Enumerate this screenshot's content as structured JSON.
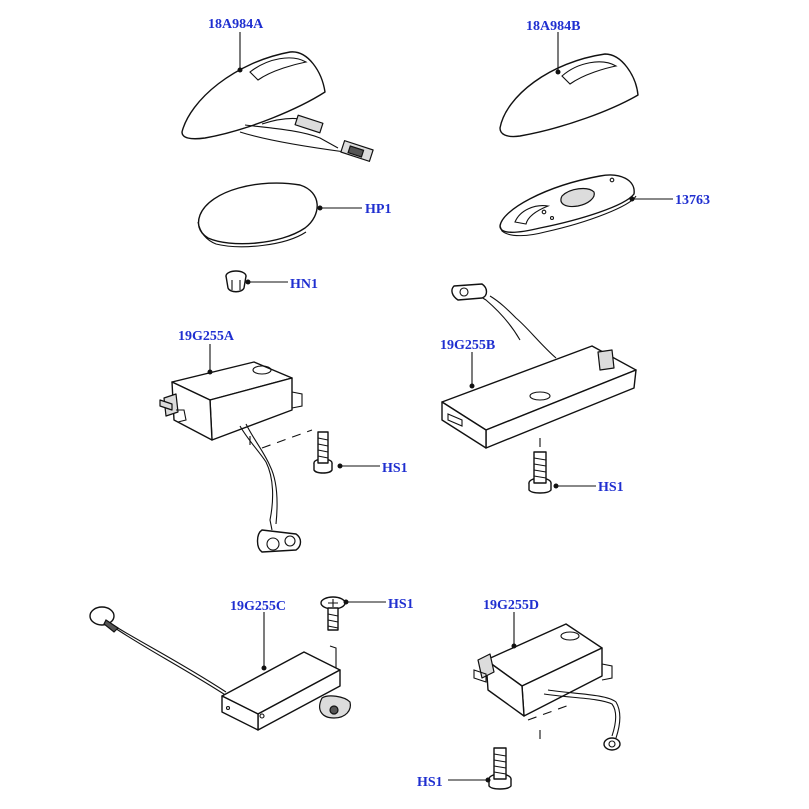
{
  "callouts": {
    "antenna_a": "18A984A",
    "antenna_b": "18A984B",
    "pad": "HP1",
    "nut": "HN1",
    "gasket": "13763",
    "module_a": "19G255A",
    "module_b": "19G255B",
    "module_c": "19G255C",
    "module_d": "19G255D",
    "screw_a": "HS1",
    "screw_b": "HS1",
    "screw_c": "HS1",
    "screw_d": "HS1"
  },
  "colors": {
    "label": "#1f2fd0",
    "line": "#111111",
    "background": "#ffffff"
  }
}
